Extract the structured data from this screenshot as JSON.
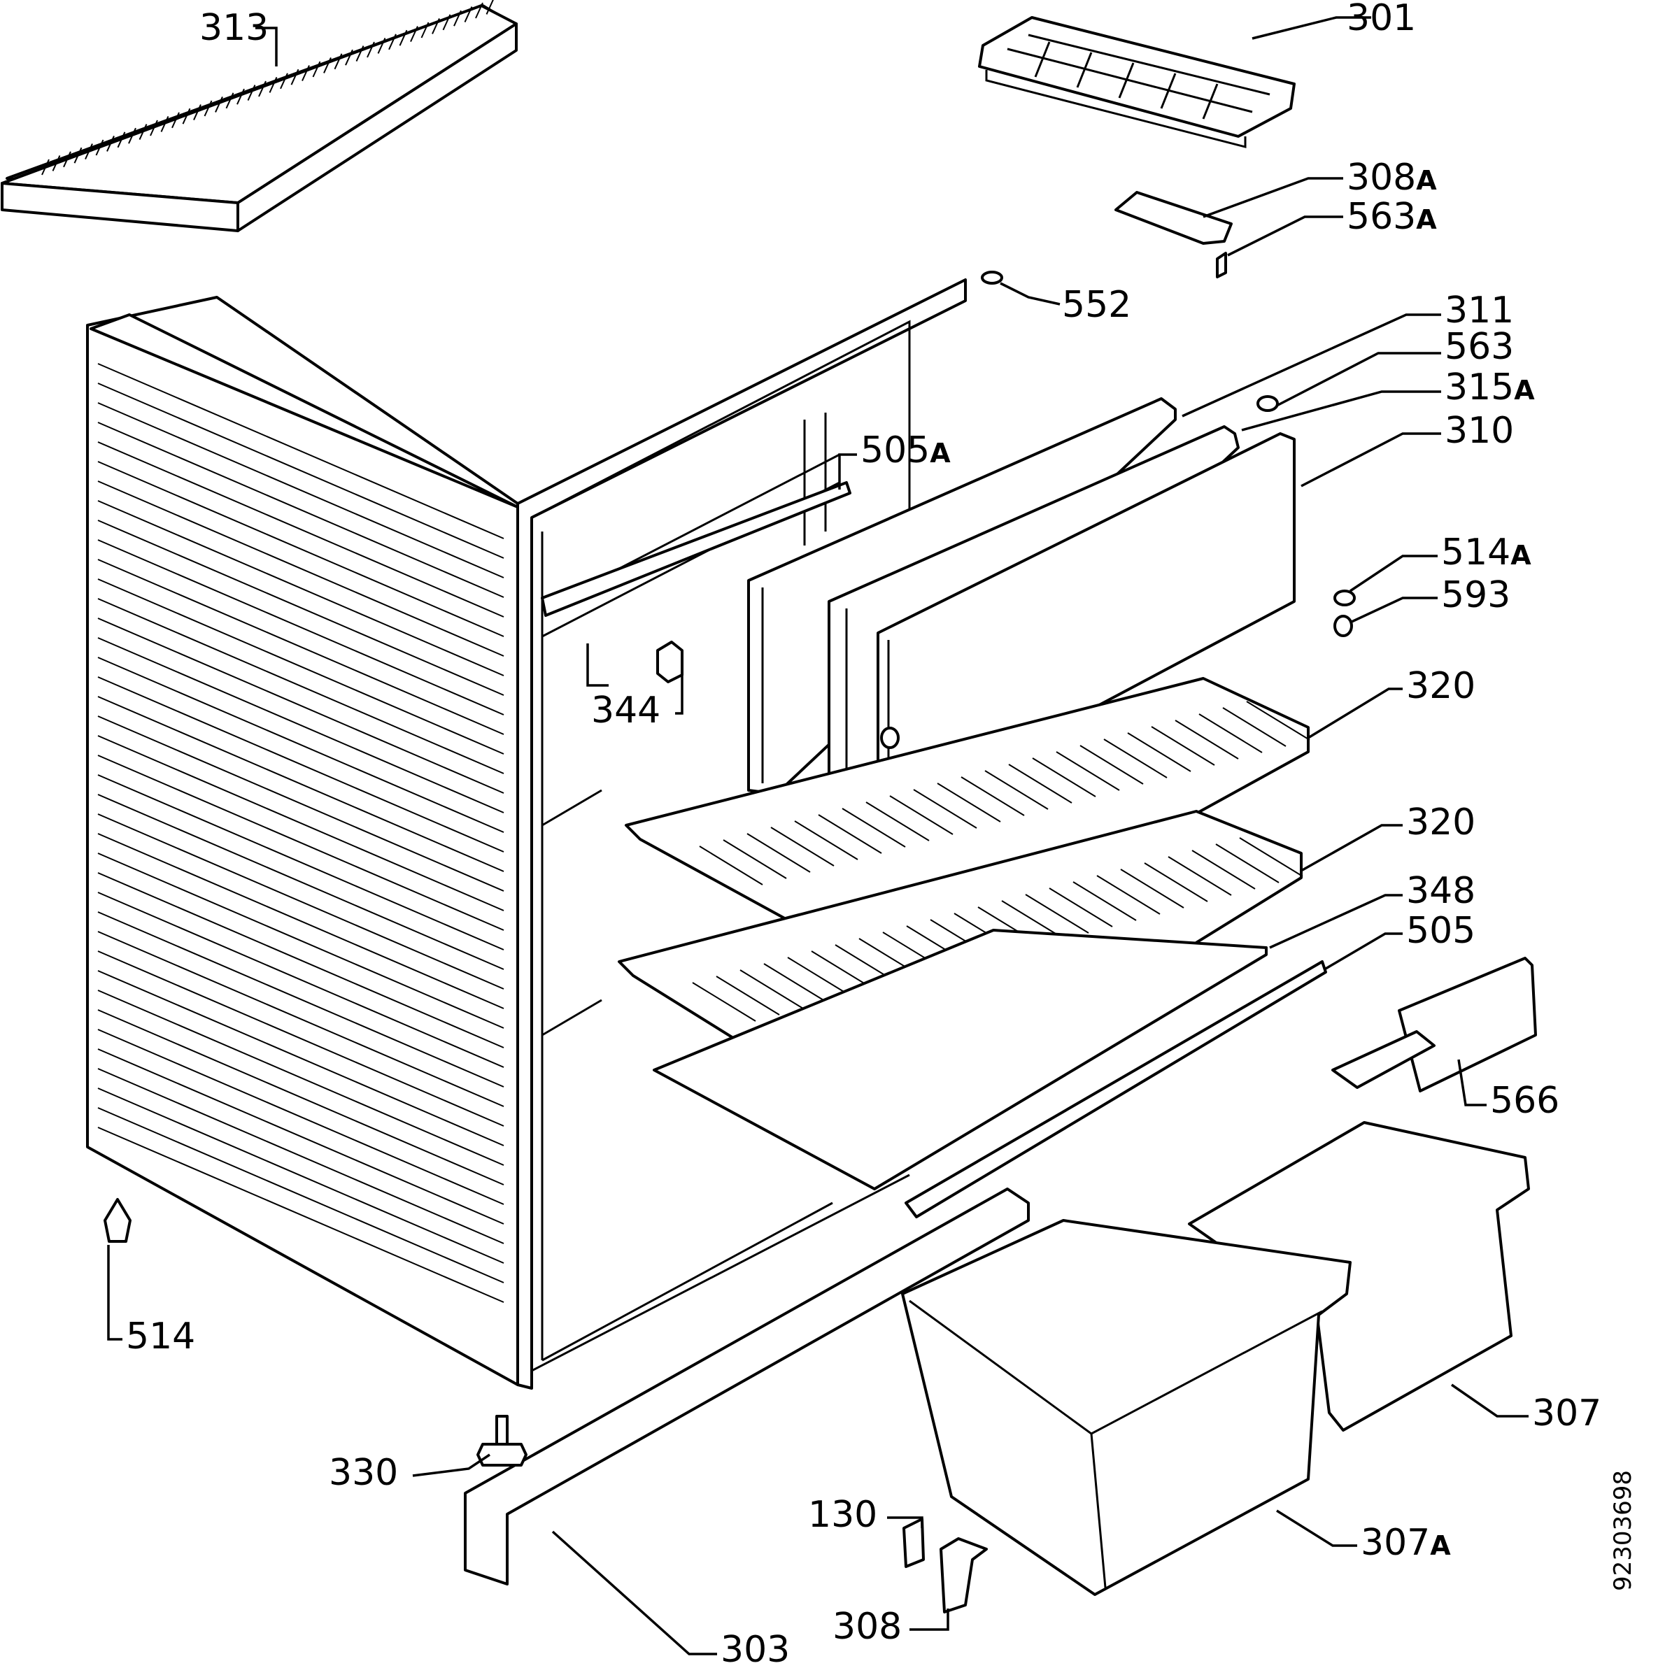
{
  "diagram": {
    "document_number": "92303698",
    "parts": [
      {
        "id": "p313",
        "number": "313",
        "suffix": ""
      },
      {
        "id": "p301",
        "number": "301",
        "suffix": ""
      },
      {
        "id": "p308A",
        "number": "308",
        "suffix": "A"
      },
      {
        "id": "p563A",
        "number": "563",
        "suffix": "A"
      },
      {
        "id": "p552",
        "number": "552",
        "suffix": ""
      },
      {
        "id": "p311",
        "number": "311",
        "suffix": ""
      },
      {
        "id": "p563",
        "number": "563",
        "suffix": ""
      },
      {
        "id": "p315A",
        "number": "315",
        "suffix": "A"
      },
      {
        "id": "p310",
        "number": "310",
        "suffix": ""
      },
      {
        "id": "p505A",
        "number": "505",
        "suffix": "A"
      },
      {
        "id": "p514A",
        "number": "514",
        "suffix": "A"
      },
      {
        "id": "p593",
        "number": "593",
        "suffix": ""
      },
      {
        "id": "p344",
        "number": "344",
        "suffix": ""
      },
      {
        "id": "p320a",
        "number": "320",
        "suffix": ""
      },
      {
        "id": "p320b",
        "number": "320",
        "suffix": ""
      },
      {
        "id": "p348",
        "number": "348",
        "suffix": ""
      },
      {
        "id": "p505",
        "number": "505",
        "suffix": ""
      },
      {
        "id": "p566",
        "number": "566",
        "suffix": ""
      },
      {
        "id": "p514",
        "number": "514",
        "suffix": ""
      },
      {
        "id": "p307",
        "number": "307",
        "suffix": ""
      },
      {
        "id": "p330",
        "number": "330",
        "suffix": ""
      },
      {
        "id": "p130",
        "number": "130",
        "suffix": ""
      },
      {
        "id": "p307A",
        "number": "307",
        "suffix": "A"
      },
      {
        "id": "p308",
        "number": "308",
        "suffix": ""
      },
      {
        "id": "p303",
        "number": "303",
        "suffix": ""
      }
    ]
  }
}
